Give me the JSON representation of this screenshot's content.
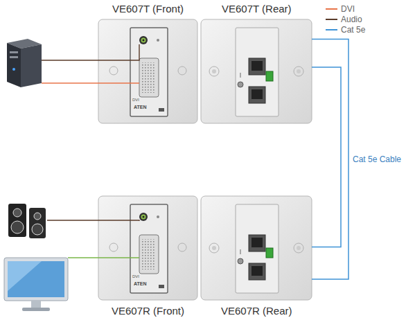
{
  "diagram": {
    "nodes": [
      {
        "text": [
          "VE607T (Front)",
          "DVI",
          "ATEN"
        ]
      },
      {
        "text": [
          "VE607T (Rear)"
        ]
      },
      {
        "text": [
          "VE607R (Front)",
          "DVI",
          "ATEN"
        ]
      },
      {
        "text": [
          "VE607R (Rear)"
        ]
      }
    ],
    "edges": [
      {
        "from": 1,
        "to": 3,
        "arrow": "none"
      },
      {
        "from": 1,
        "to": 3,
        "label": "Cat 5e Cable",
        "arrow": "none"
      }
    ],
    "legend": [
      {
        "text": "DVI",
        "color": "#e8754a"
      },
      {
        "text": "Audio",
        "color": "#5a3b2a"
      },
      {
        "text": "Cat 5e",
        "color": "#3f93d6"
      }
    ]
  }
}
